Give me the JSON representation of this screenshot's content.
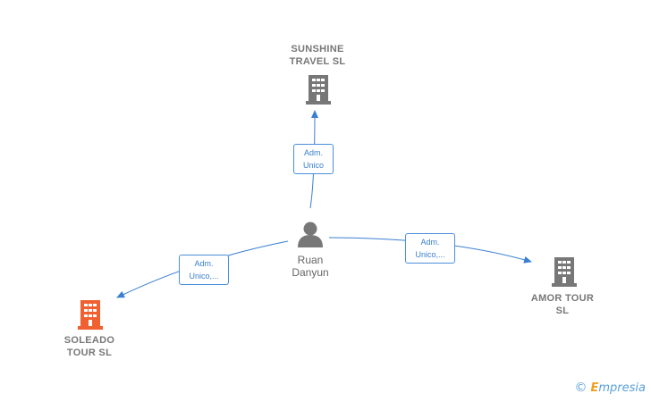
{
  "nodes": {
    "sunshine": {
      "line1": "SUNSHINE",
      "line2": "TRAVEL SL",
      "color": "#777777",
      "icon": "building-icon"
    },
    "amor": {
      "line1": "AMOR TOUR",
      "line2": "SL",
      "color": "#777777",
      "icon": "building-icon"
    },
    "soleado": {
      "line1": "SOLEADO",
      "line2": "TOUR  SL",
      "color": "#f06030",
      "icon": "building-icon"
    },
    "person": {
      "line1": "Ruan",
      "line2": "Danyun",
      "icon": "person-icon"
    }
  },
  "edges": {
    "to_sunshine": {
      "line1": "Adm.",
      "line2": "Unico"
    },
    "to_amor": {
      "line1": "Adm.",
      "line2": "Unico,..."
    },
    "to_soleado": {
      "line1": "Adm.",
      "line2": "Unico,..."
    }
  },
  "brand": {
    "copyright": "©",
    "e_letter": "E",
    "rest": "mpresia"
  },
  "colors": {
    "edge": "#3a7fd0",
    "building_gray": "#777777",
    "building_orange": "#f06030"
  }
}
